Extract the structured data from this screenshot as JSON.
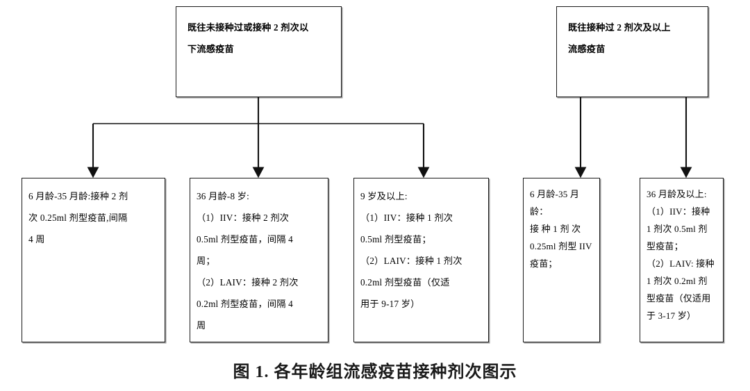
{
  "figure": {
    "caption": "图 1. 各年龄组流感疫苗接种剂次图示"
  },
  "branches": [
    {
      "id": "never-or-under-2-doses",
      "root": {
        "label": "既往未接种过或接种 2 剂次以\n下流感疫苗"
      },
      "leaves": [
        {
          "id": "age-6m-35m",
          "label": "6 月龄-35 月龄:接种 2 剂\n次 0.25ml 剂型疫苗,间隔\n4 周"
        },
        {
          "id": "age-36m-8y",
          "label": "36 月龄-8 岁:\n（1）IIV：接种 2 剂次\n0.5ml 剂型疫苗，间隔 4\n周；\n（2）LAIV：接种 2 剂次\n0.2ml 剂型疫苗，间隔 4\n周"
        },
        {
          "id": "age-9y-plus",
          "label": "9 岁及以上:\n（1）IIV：接种 1 剂次\n0.5ml 剂型疫苗；\n（2）LAIV：接种 1 剂次\n0.2ml 剂型疫苗（仅适\n用于 9-17 岁）"
        }
      ]
    },
    {
      "id": "two-or-more-doses",
      "root": {
        "label": "既往接种过 2 剂次及以上\n流感疫苗"
      },
      "leaves": [
        {
          "id": "age-6m-35m-right",
          "label": "6 月龄-35 月龄：\n接 种 1 剂 次\n0.25ml 剂型 IIV\n疫苗；"
        },
        {
          "id": "age-36m-plus-right",
          "label": "36 月龄及以上:\n（1）IIV：接种\n1 剂次 0.5ml 剂\n型疫苗；\n（2）LAIV: 接种\n1 剂次 0.2ml 剂\n型疫苗（仅适用\n于 3-17 岁）"
        }
      ]
    }
  ],
  "colors": {
    "border": "#1a1a1a",
    "text": "#000000",
    "background": "#ffffff",
    "shadow": "#9a9a9a"
  }
}
